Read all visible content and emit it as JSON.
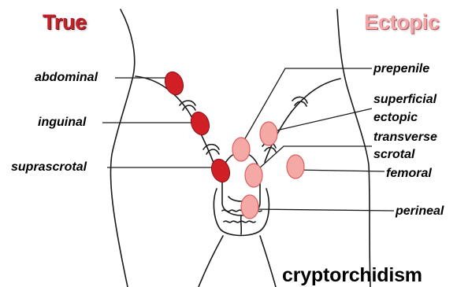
{
  "headings": {
    "true": "True",
    "ectopic": "Ectopic"
  },
  "labels": {
    "abdominal": "abdominal",
    "inguinal": "inguinal",
    "suprascrotal": "suprascrotal",
    "prepenile": "prepenile",
    "superficial_line1": "superficial",
    "superficial_line2": "ectopic",
    "transverse_line1": "transverse",
    "transverse_line2": "scrotal",
    "femoral": "femoral",
    "perineal": "perineal"
  },
  "caption": "cryptorchidism",
  "colors": {
    "true_heading": "#c0232b",
    "ectopic_heading": "#f2a8ab",
    "true_marker": "#d11f26",
    "ectopic_marker": "#f4a9a6",
    "ectopic_marker_outline": "#d9605e",
    "outline": "#1a1a1a"
  }
}
